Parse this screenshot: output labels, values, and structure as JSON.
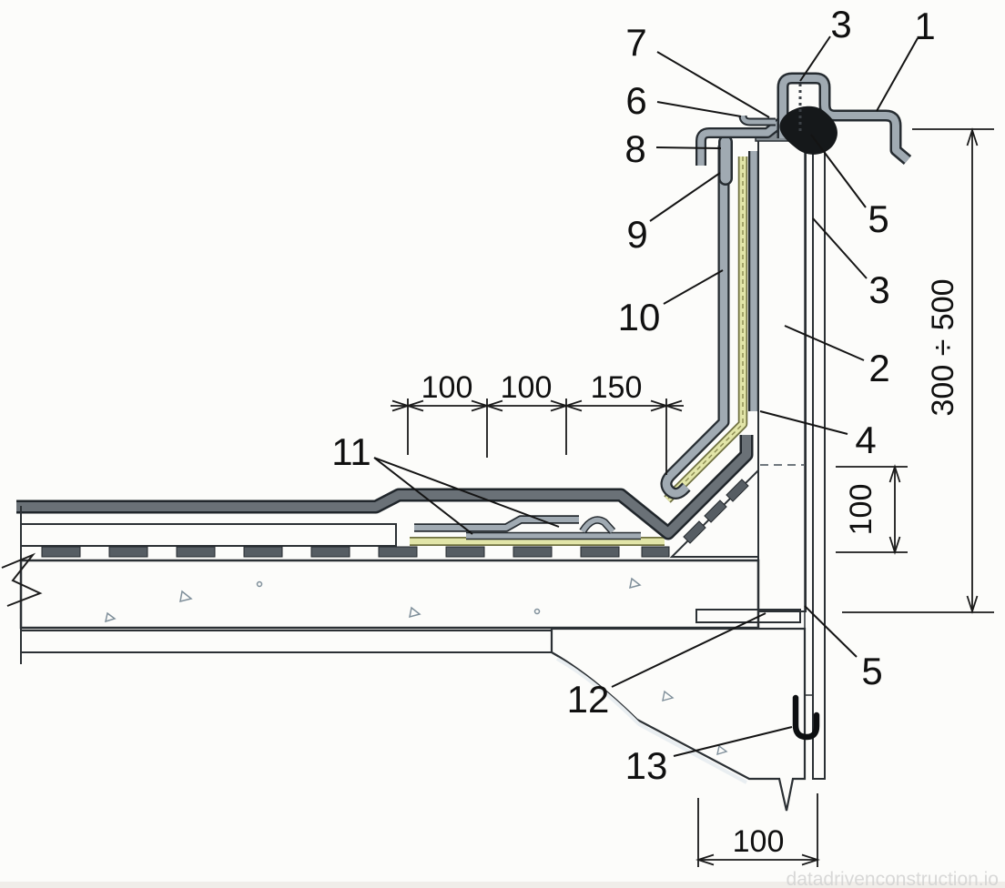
{
  "diagram": {
    "callouts": {
      "n1": "1",
      "n2": "2",
      "n3_top": "3",
      "n3_side": "3",
      "n4": "4",
      "n5_top": "5",
      "n5_bottom": "5",
      "n6": "6",
      "n7": "7",
      "n8": "8",
      "n9": "9",
      "n10": "10",
      "n11": "11",
      "n12": "12",
      "n13": "13"
    },
    "dimensions": {
      "roof_overlaps": [
        "100",
        "100",
        "150"
      ],
      "parapet_height_range": "300 ÷ 500",
      "flashing_upstand_height": "100",
      "wall_thickness": "100"
    },
    "watermark": "datadrivenconstruction.io",
    "colors": {
      "insulation": "#dadd8e",
      "concrete": "#c9d4db",
      "metal": "#a0aab2",
      "outline": "#2b3034",
      "sealant": "#15181a",
      "membrane": "#6a7177",
      "render": "#d2dce2"
    }
  }
}
